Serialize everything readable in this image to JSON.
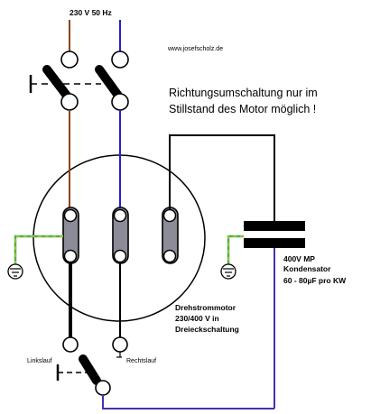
{
  "supply": {
    "label": "230 V 50 Hz"
  },
  "website": "www.josefscholz.de",
  "warning": {
    "line1": "Richtungsumschaltung nur im",
    "line2": "Stillstand des Motor möglich !"
  },
  "capacitor": {
    "line1": "400V MP",
    "line2": "Kondensator",
    "line3": "60 - 80µF pro KW"
  },
  "motor": {
    "line1": "Drehstrommotor",
    "line2": "230/400 V in",
    "line3": "Dreieckschaltung"
  },
  "direction": {
    "left": "Linkslauf",
    "right": "Rechtslauf"
  },
  "colors": {
    "wire_brown": "#8b4513",
    "wire_blue": "#2020d0",
    "wire_black": "#000000",
    "wire_purple": "#4a2fb0",
    "ground_green": "#4caf50",
    "ground_yellow": "#e6d400",
    "winding_fill": "#8c8c99"
  }
}
